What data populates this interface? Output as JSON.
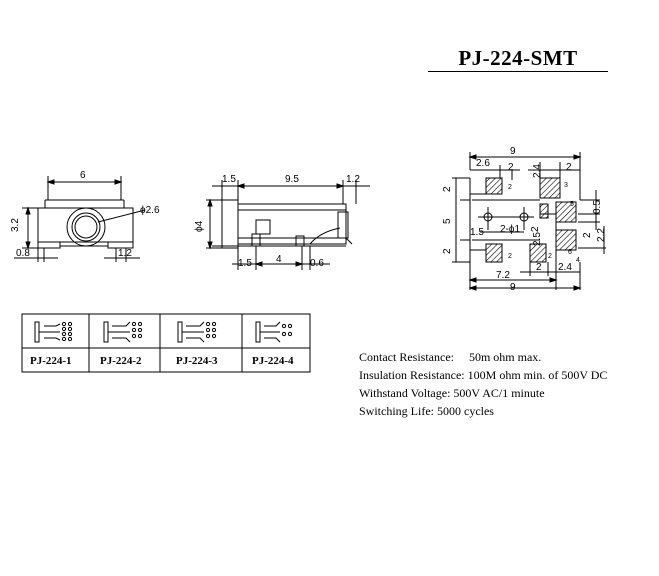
{
  "title": "PJ-224-SMT",
  "specs": [
    "Contact Resistance:     50m ohm max.",
    "Insulation Resistance: 100M ohm min. of 500V DC",
    "Withstand Voltage: 500V AC/1 minute",
    "Switching Life: 5000 cycles"
  ],
  "variants": [
    "PJ-224-1",
    "PJ-224-2",
    "PJ-224-3",
    "PJ-224-4"
  ],
  "front_view": {
    "width": "6",
    "height": "3.2",
    "hole": "ϕ2.6",
    "pad_left": "0.8",
    "pad_right": "1.2"
  },
  "side_view": {
    "d1": "1.5",
    "d2": "9.5",
    "d3": "1.2",
    "dia": "ϕ4",
    "b1": "1.5",
    "b2": "4",
    "b3": "0.6"
  },
  "footprint": {
    "top_total": "9",
    "top_a": "2.6",
    "top_b": "2",
    "top_c": "2.4",
    "top_d": "2",
    "left_a": "2",
    "left_b": "5",
    "left_c": "2",
    "mid_a": "1.5",
    "mid_b": "2-ϕ1",
    "mid_c": "2",
    "mid_d": "2.5",
    "right_a": "0.5",
    "right_b": "2",
    "right_c": "2.2",
    "bot_a": "2",
    "bot_b": "2.4",
    "bot_c": "7.2",
    "bot_total": "9",
    "pins": [
      "2",
      "3",
      "5",
      "2",
      "2",
      "6",
      "4"
    ]
  }
}
